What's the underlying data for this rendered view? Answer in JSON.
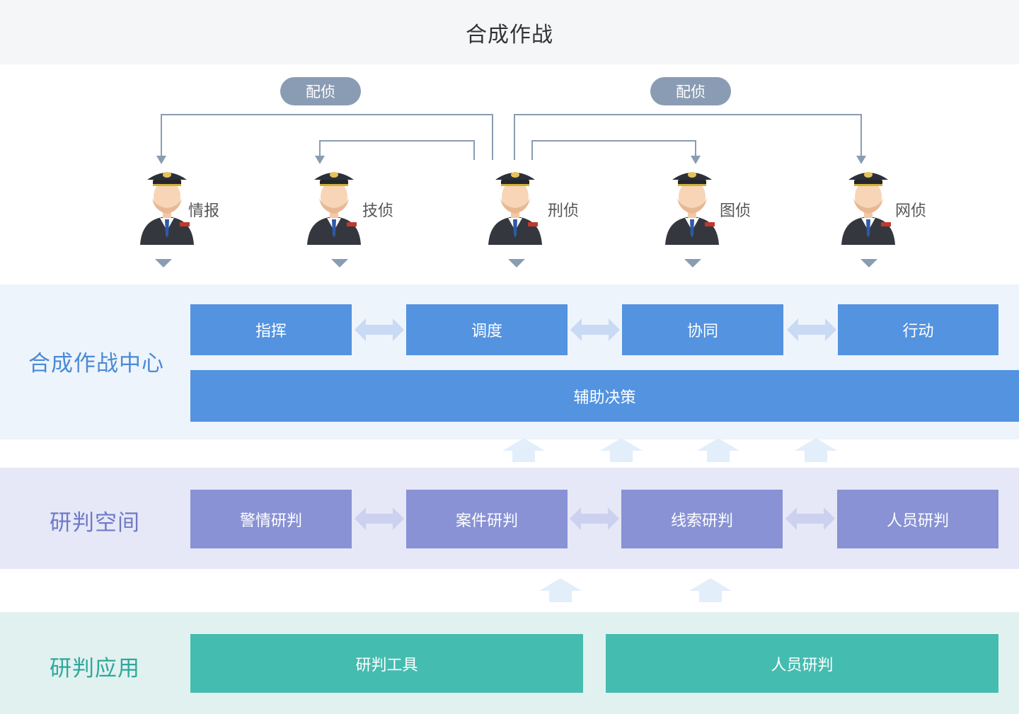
{
  "title": "合成作战",
  "pills": [
    "配侦",
    "配侦"
  ],
  "officers": [
    "情报",
    "技侦",
    "刑侦",
    "图侦",
    "网侦"
  ],
  "center": {
    "label": "合成作战中心",
    "boxes": [
      "指挥",
      "调度",
      "协同",
      "行动"
    ],
    "wide_box": "辅助决策"
  },
  "analysis": {
    "label": "研判空间",
    "boxes": [
      "警情研判",
      "案件研判",
      "线索研判",
      "人员研判"
    ]
  },
  "apps": {
    "label": "研判应用",
    "boxes": [
      "研判工具",
      "人员研判"
    ]
  },
  "colors": {
    "header_bg": "#f5f6f8",
    "pill": "#8a9cb3",
    "connector": "#8a9cb3",
    "center_bg": "#eef4fb",
    "center_box": "#5393e0",
    "center_label": "#4a8ad8",
    "analysis_bg": "#e6e8f7",
    "analysis_box": "#8892d4",
    "analysis_label": "#6f7ac6",
    "apps_bg": "#e1f1f0",
    "apps_box": "#45bcb0",
    "apps_label": "#2fa89b",
    "arrow_light": "#e3eefb"
  },
  "icons": {
    "officer": "police-officer-icon",
    "double_arrow": "double-arrow-icon",
    "up_arrow": "up-arrow-icon",
    "down_marker": "triangle-down-icon"
  }
}
